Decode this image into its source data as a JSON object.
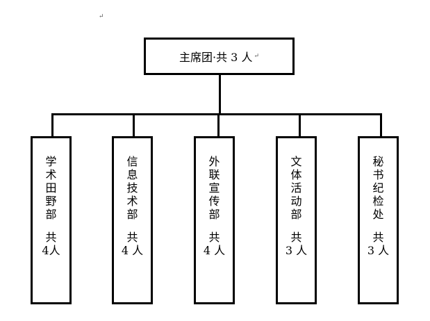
{
  "paragraph_mark": "↵",
  "top": {
    "label": "主席团·共 3 人"
  },
  "departments": [
    {
      "name": "学术田野部",
      "count_top": "共",
      "count_bottom": "4人"
    },
    {
      "name": "信息技术部",
      "count_top": "共",
      "count_bottom": "4 人"
    },
    {
      "name": "外联宣传部",
      "count_top": "共",
      "count_bottom": "4 人"
    },
    {
      "name": "文体活动部",
      "count_top": "共",
      "count_bottom": "3 人"
    },
    {
      "name": "秘书纪检处",
      "count_top": "共",
      "count_bottom": "3 人"
    }
  ]
}
